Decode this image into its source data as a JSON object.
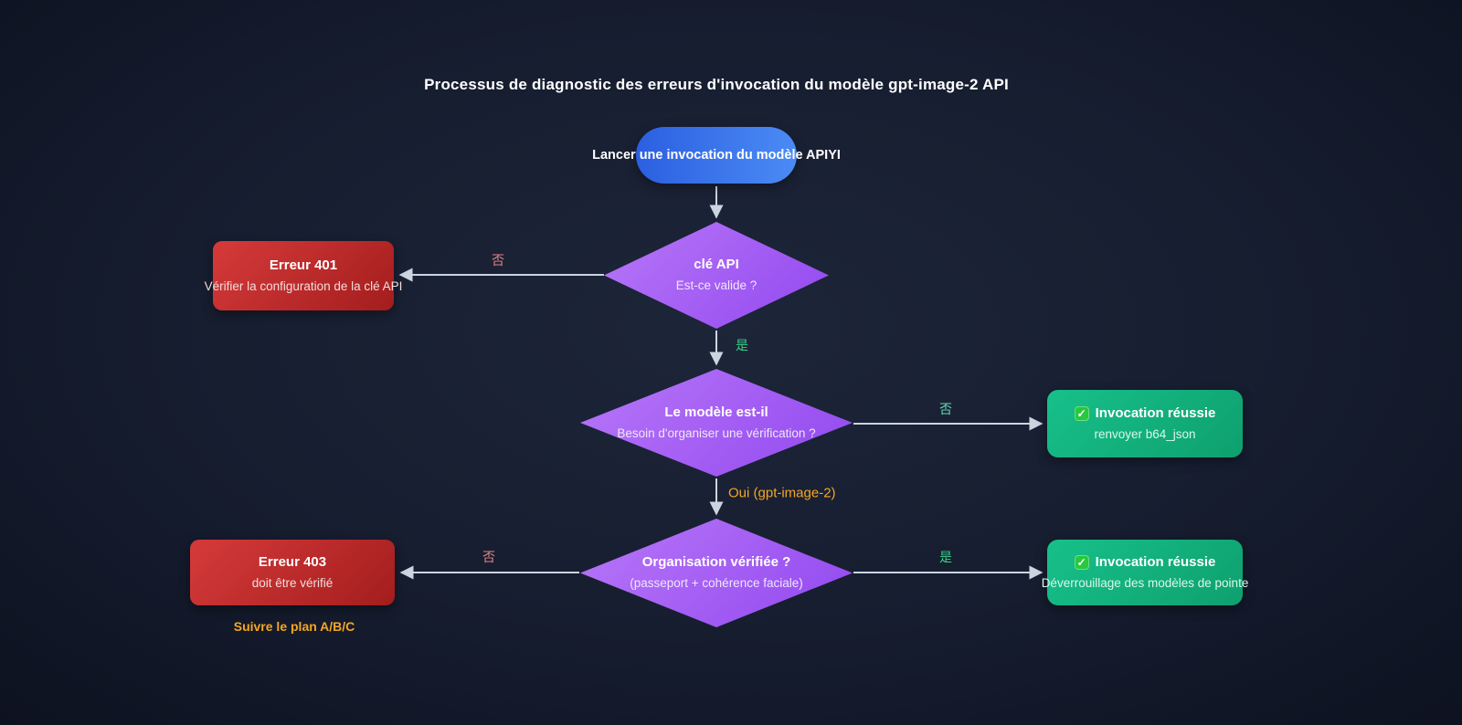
{
  "title": "Processus de diagnostic des erreurs d'invocation du modèle gpt-image-2 API",
  "nodes": {
    "start": {
      "label": "Lancer une invocation du modèle APIYI"
    },
    "decision_api_key": {
      "title": "clé API",
      "subtitle": "Est-ce valide ?"
    },
    "error_401": {
      "title": "Erreur 401",
      "subtitle": "Vérifier la configuration de la clé API"
    },
    "decision_model": {
      "title": "Le modèle est-il",
      "subtitle": "Besoin d'organiser une vérification ?"
    },
    "success_b64": {
      "title": "Invocation réussie",
      "subtitle": "renvoyer b64_json"
    },
    "decision_org": {
      "title": "Organisation vérifiée ?",
      "subtitle": "(passeport + cohérence faciale)"
    },
    "error_403": {
      "title": "Erreur 403",
      "subtitle": "doit être vérifié",
      "note": "Suivre le plan A/B/C"
    },
    "success_unlock": {
      "title": "Invocation réussie",
      "subtitle": "Déverrouillage des modèles de pointe"
    }
  },
  "edges": {
    "api_key_no": "否",
    "api_key_yes": "是",
    "model_no": "否",
    "model_yes": "Oui (gpt-image-2)",
    "org_no": "否",
    "org_yes": "是"
  },
  "icons": {
    "check": "✓"
  },
  "colors": {
    "background_center": "#1d2539",
    "background_edge": "#0d1220",
    "start_from": "#2b5fe0",
    "start_to": "#4b8bf5",
    "decision_from": "#b877f8",
    "decision_to": "#9248ef",
    "error_from": "#d63a3a",
    "error_to": "#a31d1d",
    "success_from": "#17c08a",
    "success_to": "#0ea06e",
    "arrow": "#cbd5e1",
    "label_no": "#e08585",
    "label_yes": "#37d189",
    "label_no_alt": "#66d9b8",
    "label_oui": "#f5a623",
    "note": "#f5a623",
    "check_bg": "#27c93f"
  }
}
